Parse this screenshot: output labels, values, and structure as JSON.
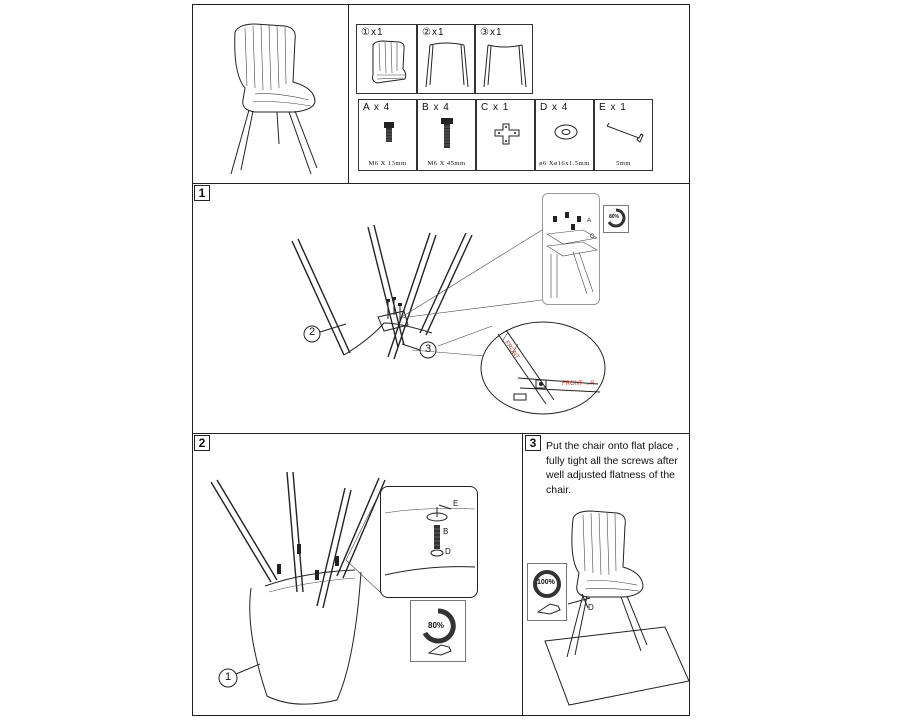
{
  "parts": {
    "items": [
      {
        "label": "①x1"
      },
      {
        "label": "②x1"
      },
      {
        "label": "③x1"
      }
    ]
  },
  "hardware": {
    "items": [
      {
        "label": "A x 4",
        "caption": "M6 X 13mm"
      },
      {
        "label": "B x 4",
        "caption": "M6 X 45mm"
      },
      {
        "label": "C x 1",
        "caption": ""
      },
      {
        "label": "D x 4",
        "caption": "ø6 Xø16x1.5mm"
      },
      {
        "label": "E x 1",
        "caption": "5mm"
      }
    ]
  },
  "steps": [
    {
      "number": "1"
    },
    {
      "number": "2"
    },
    {
      "number": "3",
      "instruction": "Put the chair onto flat place , fully tight all the screws after well adjusted flatness of the chair."
    }
  ],
  "callouts": {
    "part1": "1",
    "part2": "2",
    "part3": "3",
    "front": "FRONT",
    "front_arrow": "FRONT →R",
    "tighten_80": "80%",
    "tighten_100": "100%",
    "letter_a": "A",
    "letter_b": "B",
    "letter_c": "C",
    "letter_d": "D",
    "letter_e": "E"
  }
}
